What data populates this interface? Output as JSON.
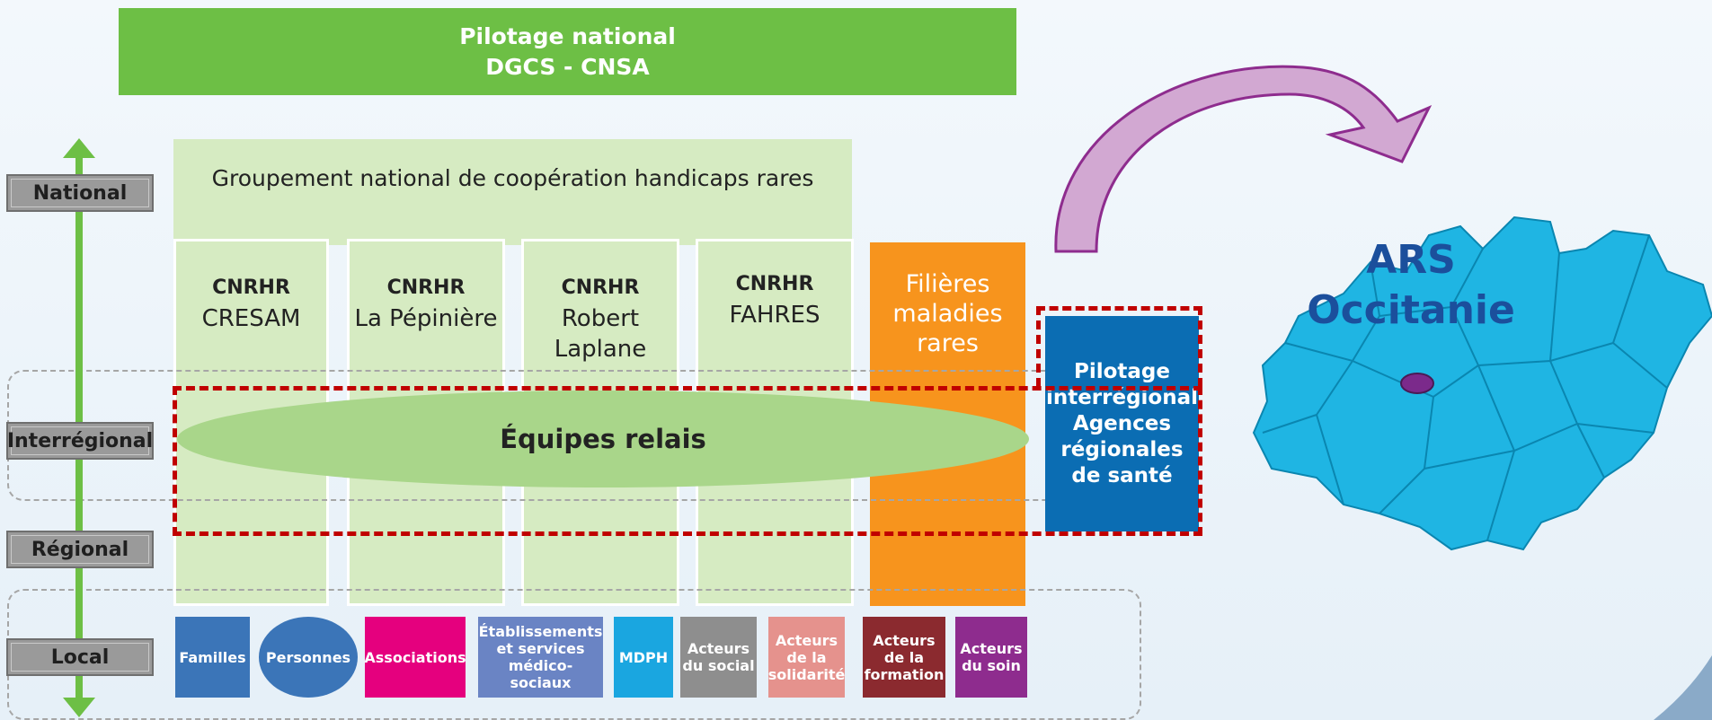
{
  "banner": {
    "line1": "Pilotage national",
    "line2": "DGCS - CNSA"
  },
  "gnc": {
    "title": "Groupement national de coopération handicaps rares"
  },
  "columns": [
    {
      "line1": "CNRHR",
      "line2": "CRESAM",
      "line3": ""
    },
    {
      "line1": "CNRHR",
      "line2": "La Pépinière",
      "line3": ""
    },
    {
      "line1": "CNRHR",
      "line2": "Robert",
      "line3": "Laplane"
    },
    {
      "line1": "CNRHR",
      "line2": "FAHRES",
      "line3": ""
    }
  ],
  "filieres": {
    "line1": "Filières",
    "line2": "maladies",
    "line3": "rares"
  },
  "pilotage": {
    "line1": "Pilotage",
    "line2": "interrégional",
    "line3": "Agences",
    "line4": "régionales",
    "line5": "de santé"
  },
  "ellipse": {
    "label": "Équipes relais"
  },
  "levels": [
    "National",
    "Interrégional",
    "Régional",
    "Local"
  ],
  "actors": [
    {
      "line1": "Familles",
      "line2": "",
      "line3": "",
      "color": "#3b75b8"
    },
    {
      "line1": "Personnes",
      "line2": "",
      "line3": "",
      "color": "#3b75b8"
    },
    {
      "line1": "Associations",
      "line2": "",
      "line3": "",
      "color": "#e5007e"
    },
    {
      "line1": "Établissements",
      "line2": "et services",
      "line3": "médico-sociaux",
      "color": "#6a84c4"
    },
    {
      "line1": "MDPH",
      "line2": "",
      "line3": "",
      "color": "#1aa6e0"
    },
    {
      "line1": "Acteurs",
      "line2": "du social",
      "line3": "",
      "color": "#8e8e8e"
    },
    {
      "line1": "Acteurs",
      "line2": "de la",
      "line3": "solidarité",
      "color": "#e5928d"
    },
    {
      "line1": "Acteurs",
      "line2": "de la",
      "line3": "formation",
      "color": "#8b2a2f"
    },
    {
      "line1": "Acteurs",
      "line2": "du soin",
      "line3": "",
      "color": "#8e2c8e"
    }
  ],
  "map": {
    "line1": "ARS",
    "line2": "Occitanie",
    "region_color": "#1fb5e3",
    "marker_color": "#7b2a8b"
  },
  "colors": {
    "green": "#6dbf45",
    "light_green": "#d6ebc2",
    "orange": "#f7941d",
    "blue": "#0b6db3",
    "red_frame": "#c00000"
  }
}
